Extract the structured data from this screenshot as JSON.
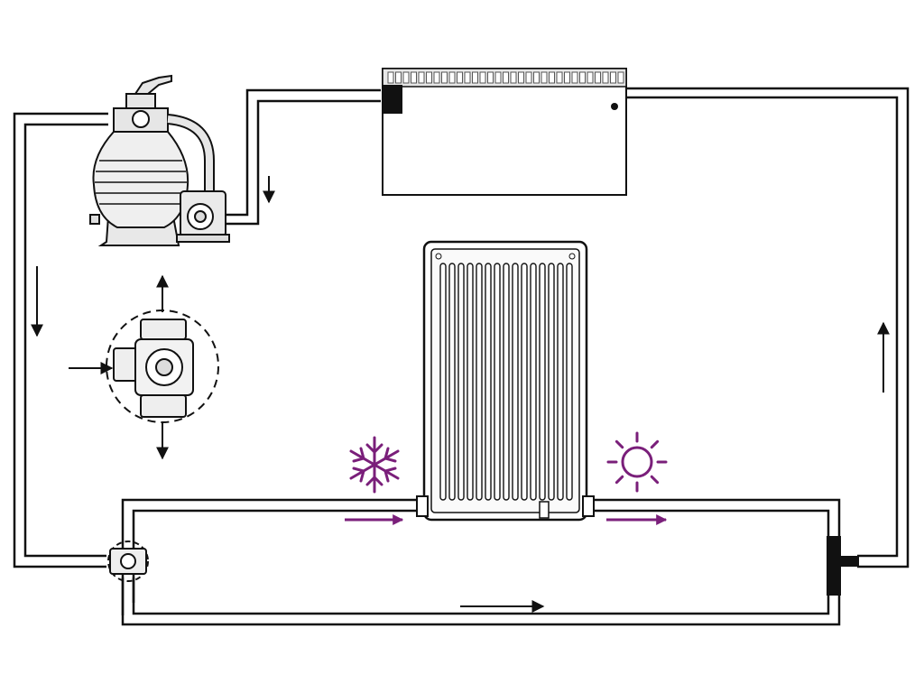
{
  "diagram": {
    "title": "",
    "colors": {
      "background": "#ffffff",
      "line": "#111111",
      "equipment_fill": "#f2f2f2",
      "cold_warm_accent": "#7a1f7a"
    },
    "icons": {
      "cold": "snowflake-icon",
      "warm": "sun-icon",
      "flow_direction": "arrow-icon"
    },
    "components": [
      "sand-filter",
      "pump",
      "multiport-valve-detail",
      "bypass-valve",
      "pool-wall",
      "solar-collector",
      "return-inlet"
    ]
  }
}
